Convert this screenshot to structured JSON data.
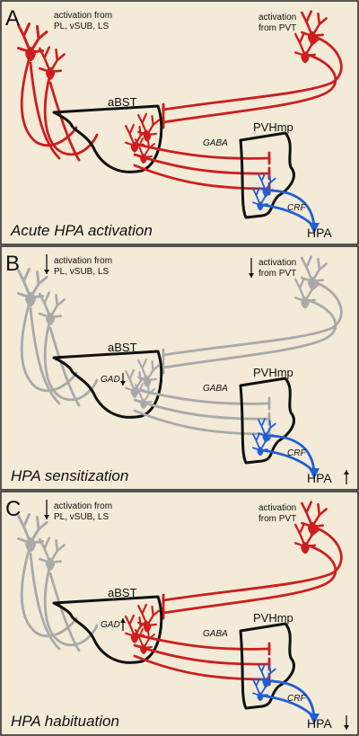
{
  "colors": {
    "background": "#f3ead7",
    "active": "#cc1e1e",
    "inactive": "#a9a9a9",
    "crf": "#1f5fd6",
    "outline": "#111111",
    "divider": "#222222"
  },
  "panels": [
    {
      "letter": "A",
      "caption": "Acute HPA activation",
      "cortical_label": [
        "activation from",
        "PL, vSUB, LS"
      ],
      "pvt_label": [
        "activation",
        "from PVT"
      ],
      "cortical_arrow": "",
      "pvt_arrow": "",
      "region_bst": "aBST",
      "region_pvh": "PVHmp",
      "gad_label": "",
      "gad_arrow": "",
      "gaba_label": "GABA",
      "crf_label": "CRF",
      "hpa_label": "HPA",
      "hpa_arrow": "",
      "cortical_state": "active",
      "pvt_state": "active",
      "bst_state": "active"
    },
    {
      "letter": "B",
      "caption": "HPA sensitization",
      "cortical_label": [
        "activation from",
        "PL, vSUB, LS"
      ],
      "pvt_label": [
        "activation",
        "from PVT"
      ],
      "cortical_arrow": "down",
      "pvt_arrow": "down",
      "region_bst": "aBST",
      "region_pvh": "PVHmp",
      "gad_label": "GAD",
      "gad_arrow": "down",
      "gaba_label": "GABA",
      "crf_label": "CRF",
      "hpa_label": "HPA",
      "hpa_arrow": "up",
      "cortical_state": "inactive",
      "pvt_state": "inactive",
      "bst_state": "inactive"
    },
    {
      "letter": "C",
      "caption": "HPA habituation",
      "cortical_label": [
        "activation from",
        "PL, vSUB, LS"
      ],
      "pvt_label": [
        "activation",
        "from PVT"
      ],
      "cortical_arrow": "down",
      "pvt_arrow": "",
      "region_bst": "aBST",
      "region_pvh": "PVHmp",
      "gad_label": "GAD",
      "gad_arrow": "up",
      "gaba_label": "GABA",
      "crf_label": "CRF",
      "hpa_label": "HPA",
      "hpa_arrow": "down",
      "cortical_state": "inactive",
      "pvt_state": "active",
      "bst_state": "active"
    }
  ]
}
